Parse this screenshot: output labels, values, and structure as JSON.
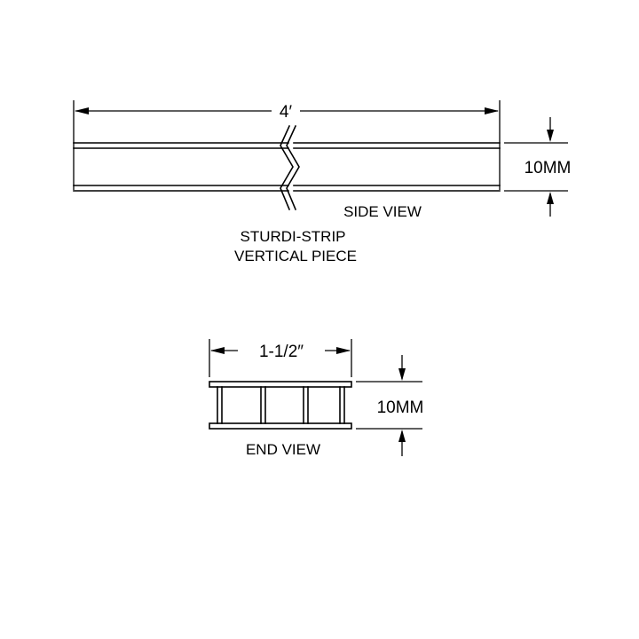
{
  "side_view": {
    "length_dim": "4′",
    "height_dim": "10MM",
    "view_label": "SIDE VIEW",
    "part_label_line1": "STURDI-STRIP",
    "part_label_line2": "VERTICAL PIECE"
  },
  "end_view": {
    "width_dim": "1-1/2″",
    "height_dim": "10MM",
    "view_label": "END VIEW"
  },
  "colors": {
    "line": "#000000",
    "background": "#ffffff"
  }
}
